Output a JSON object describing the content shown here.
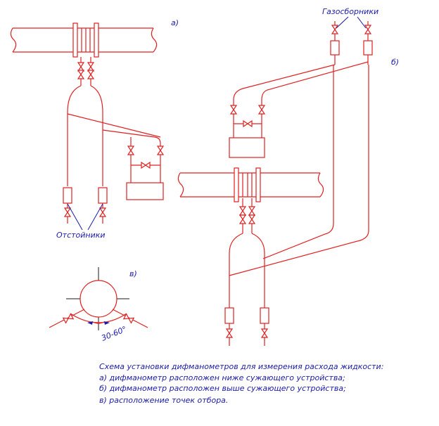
{
  "labels": {
    "variant_a": "а)",
    "variant_b": "б)",
    "variant_v": "в)",
    "gas_collectors": "Газосборники",
    "settlers": "Отстойники",
    "angle": "30-60°"
  },
  "caption": {
    "title": "Схема установки дифманометров для измерения расхода жидкости:",
    "line_a": "а) дифманометр расположен ниже сужающего устройства;",
    "line_b": "б) дифманометр расположен выше сужающего устройства;",
    "line_v": "в) расположение точек отбора."
  },
  "colors": {
    "pipe": "#e02020",
    "text": "#1a1aa8"
  }
}
